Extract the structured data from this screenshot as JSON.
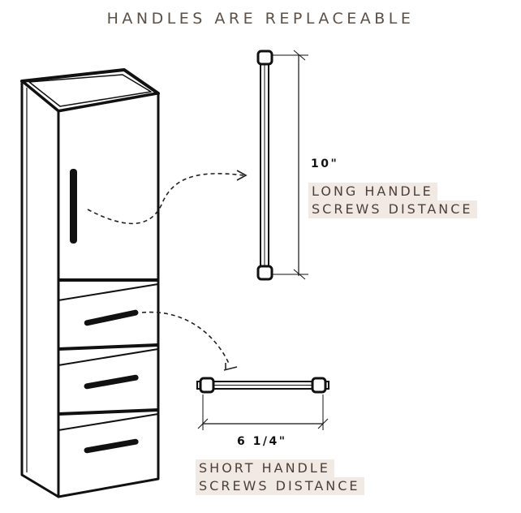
{
  "title": "HANDLES ARE REPLACEABLE",
  "long_handle": {
    "dimension": "10\"",
    "label_line1": "LONG HANDLE",
    "label_line2": "SCREWS DISTANCE"
  },
  "short_handle": {
    "dimension": "6 1/4\"",
    "label_line1": "SHORT HANDLE",
    "label_line2": "SCREWS DISTANCE"
  },
  "icons": [
    "cabinet-illustration",
    "long-handle-drawing",
    "short-handle-drawing",
    "dashed-arrow"
  ],
  "colors": {
    "title": "#5c5148",
    "label_text": "#4e4038",
    "label_bg": "#f1e9e3",
    "line": "#111111"
  }
}
